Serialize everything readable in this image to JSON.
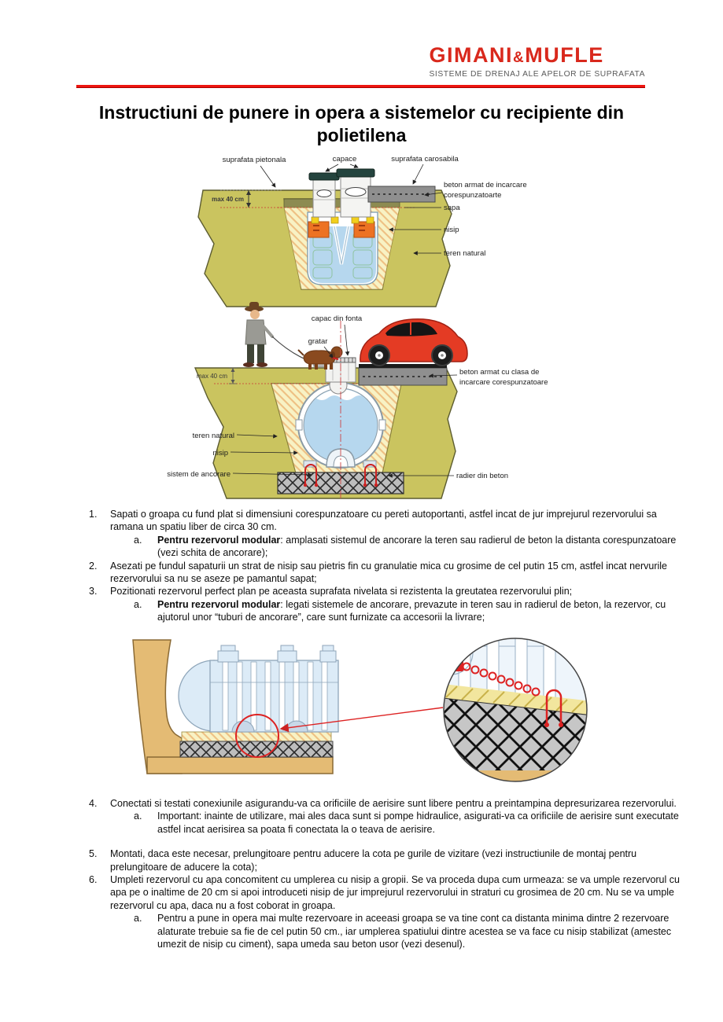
{
  "header": {
    "brand_part1": "GIMANI",
    "brand_amp": "&",
    "brand_part2": "MUFLE",
    "tagline": "SISTEME DE DRENAJ ALE APELOR DE SUPRAFATA",
    "accent_color": "#d9281c"
  },
  "title": {
    "line1": "Instructiuni de punere in opera a sistemelor cu recipiente din",
    "line2": "polietilena"
  },
  "diagram1": {
    "description": "sectiune rezervor modular ingropat",
    "labels": {
      "pietonala": "suprafata pietonala",
      "capace": "capace",
      "carosabila": "suprafata carosabila",
      "beton1": "beton armat de incarcare",
      "beton2": "corespunzatoarte",
      "sapa": "sapa",
      "nisip": "nisip",
      "teren": "teren natural",
      "max40": "max 40 cm"
    }
  },
  "diagram2": {
    "description": "sectiune rezervor cilindric sub trafic",
    "labels": {
      "capac": "capac din fonta",
      "gratar": "gratar",
      "max40": "max 40 cm",
      "beton1": "beton armat cu clasa de",
      "beton2": "incarcare corespunzatoare",
      "teren": "teren natural",
      "nisip": "nisip",
      "ancorare": "sistem de ancorare",
      "radier": "radier din beton"
    }
  },
  "diagram3": {
    "description": "detaliu ancorare rezervor modular"
  },
  "colors": {
    "ground_olive": "#cac45f",
    "sand_yellow": "#f8f2c4",
    "tank_blue": "#b6d7ee",
    "concrete_gray": "#8f8f8f",
    "soil_tan": "#e4bb74",
    "marker_red": "#cc2222"
  },
  "instructions": {
    "items": [
      {
        "num": "1.",
        "text": "Sapati o groapa cu fund plat si dimensiuni corespunzatoare cu pereti autoportanti, astfel incat de jur imprejurul rezervorului sa ramana un spatiu liber de circa 30 cm.",
        "sub": {
          "letter": "a.",
          "bold": "Pentru rezervorul modular",
          "rest": ": amplasati sistemul de ancorare la teren sau radierul de beton  la distanta corespunzatoare (vezi schita de ancorare);"
        }
      },
      {
        "num": "2.",
        "text": "Asezati pe fundul sapaturii un strat de nisip sau pietris fin cu granulatie mica cu grosime de cel putin 15 cm, astfel incat nervurile rezervorului sa nu se aseze pe pamantul sapat;"
      },
      {
        "num": "3.",
        "text": "Pozitionati rezervorul perfect plan pe aceasta suprafata nivelata si rezistenta la greutatea rezervorului plin;",
        "sub": {
          "letter": "a.",
          "bold": "Pentru rezervorul modular",
          "rest": ": legati sistemele de ancorare, prevazute in teren sau in radierul de beton, la rezervor, cu ajutorul unor “tuburi de ancorare”, care sunt furnizate ca accesorii la livrare;"
        }
      },
      {
        "num": "4.",
        "text": "Conectati si testati conexiunile asigurandu-va ca orificiile de aerisire sunt libere pentru a preintampina depresurizarea rezervorului.",
        "sub": {
          "letter": "a.",
          "bold": "",
          "rest": "Important: inainte de utilizare, mai ales daca sunt si pompe hidraulice, asigurati-va ca orificiile de aerisire sunt executate astfel incat aerisirea sa poata fi conectata la o teava de aerisire."
        }
      },
      {
        "num": "5.",
        "text": " Montati, daca este necesar, prelungitoare pentru aducere la cota pe gurile de vizitare (vezi instructiunile de montaj pentru prelungitoare de aducere la cota);"
      },
      {
        "num": "6.",
        "text": "Umpleti rezervorul cu apa concomitent cu umplerea cu nisip a gropii. Se va proceda dupa cum urmeaza: se va umple rezervorul cu apa pe o inaltime de 20 cm si apoi introduceti nisip de jur imprejurul rezervorului in straturi cu grosimea de 20 cm. Nu se va umple rezervorul cu apa, daca nu a fost coborat in groapa.",
        "sub": {
          "letter": "a.",
          "bold": "",
          "rest": "Pentru a pune in opera mai multe rezervoare in aceeasi groapa se va tine cont ca distanta minima dintre 2 rezervoare alaturate trebuie sa fie de cel putin 50 cm., iar umplerea spatiului dintre acestea se va face cu nisip stabilizat (amestec umezit de nisip cu ciment), sapa umeda sau beton usor (vezi desenul)."
        }
      }
    ]
  }
}
